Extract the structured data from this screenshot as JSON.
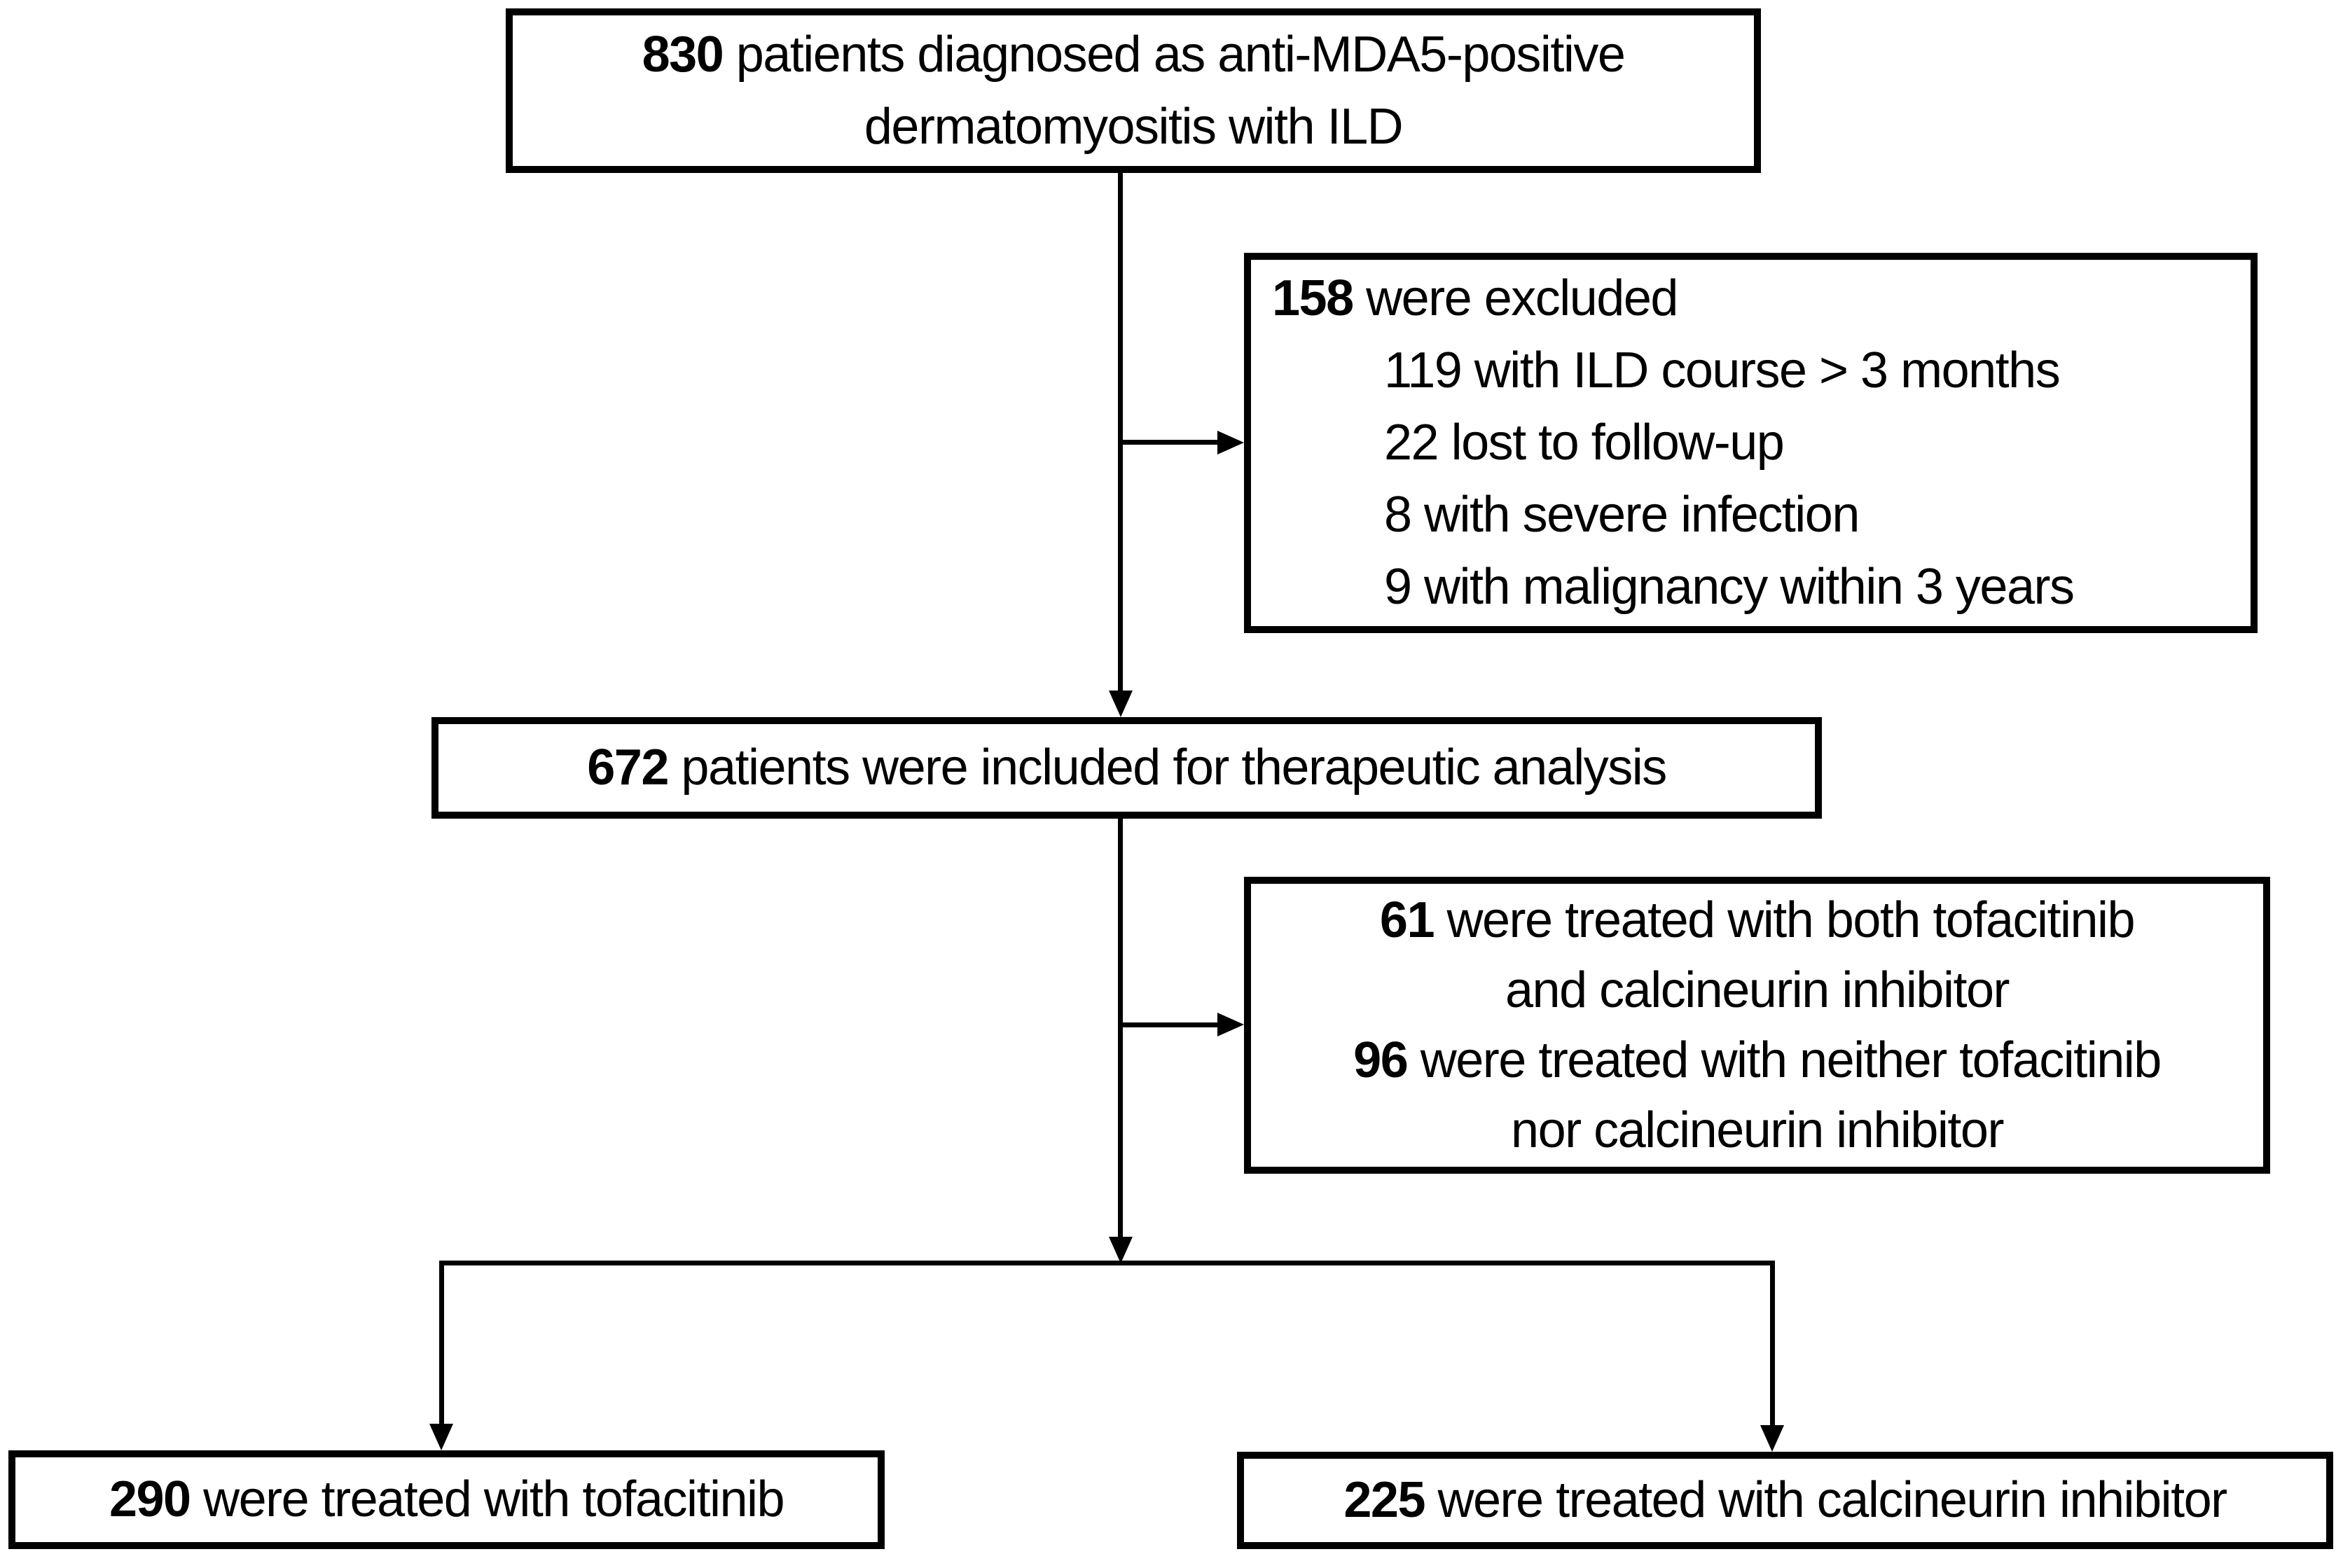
{
  "figure": {
    "type": "patient-flow-diagram",
    "background_color": "#ffffff",
    "line_color": "#000000"
  },
  "boxes": {
    "enrolled": {
      "lines": [
        {
          "bold": "830",
          "rest": " patients diagnosed as anti-MDA5-positive"
        },
        {
          "bold": "",
          "rest": "dermatomyositis with ILD"
        }
      ]
    },
    "excluded": {
      "header": {
        "bold": "158",
        "rest": " were excluded"
      },
      "items": [
        "119 with ILD course > 3 months",
        "22 lost to follow-up",
        "8 with severe infection",
        "9 with malignancy within 3 years"
      ]
    },
    "included": {
      "lines": [
        {
          "bold": "672",
          "rest": " patients were included for therapeutic analysis"
        }
      ]
    },
    "other_treatment": {
      "lines": [
        {
          "bold": "61",
          "rest": " were treated with both tofacitinib"
        },
        {
          "bold": "",
          "rest": "and calcineurin inhibitor"
        },
        {
          "bold": "96",
          "rest": " were treated with neither tofacitinib"
        },
        {
          "bold": "",
          "rest": "nor calcineurin inhibitor"
        }
      ]
    },
    "tofacitinib": {
      "lines": [
        {
          "bold": "290",
          "rest": " were treated with tofacitinib"
        }
      ]
    },
    "calcineurin": {
      "lines": [
        {
          "bold": "225",
          "rest": " were treated with calcineurin inhibitor"
        }
      ]
    }
  }
}
